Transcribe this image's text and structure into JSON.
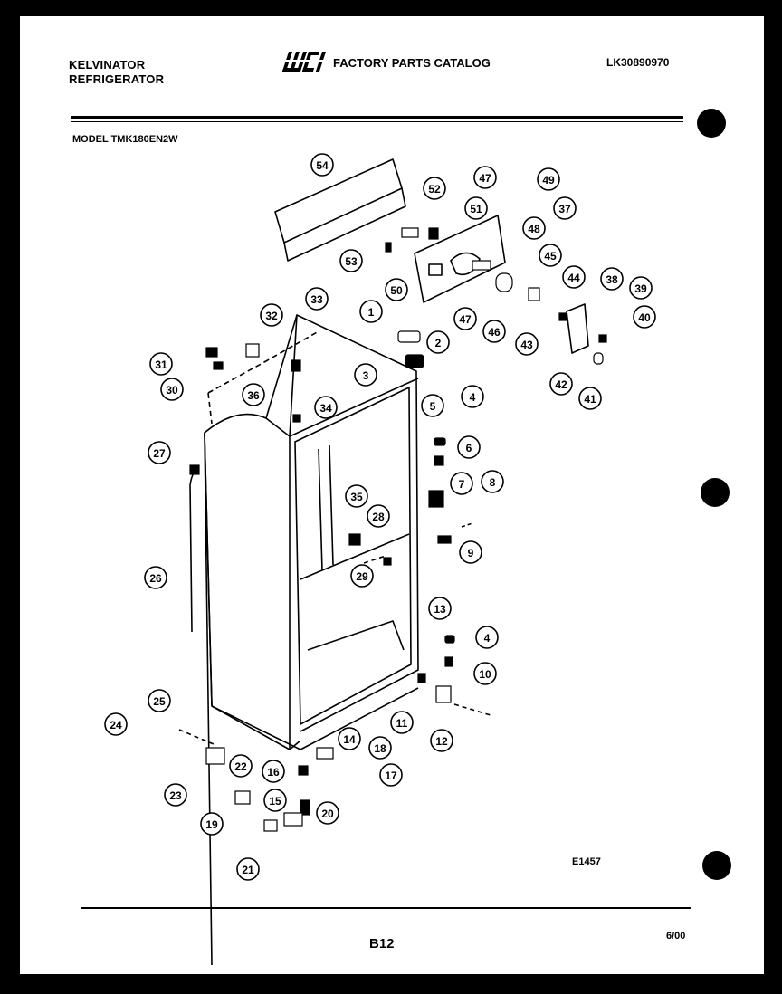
{
  "header": {
    "brand_line1": "KELVINATOR",
    "brand_line2": "REFRIGERATOR",
    "logo_text": "WCI",
    "catalog_title": "FACTORY PARTS CATALOG",
    "document_number": "LK30890970"
  },
  "model_label": "MODEL TMK180EN2W",
  "figure_code": "E1457",
  "footer": {
    "page_number": "B12",
    "date": "6/00"
  },
  "callouts": [
    "1",
    "2",
    "3",
    "4",
    "4",
    "5",
    "6",
    "7",
    "8",
    "9",
    "10",
    "11",
    "12",
    "13",
    "14",
    "15",
    "16",
    "17",
    "18",
    "19",
    "20",
    "21",
    "22",
    "23",
    "24",
    "25",
    "26",
    "27",
    "28",
    "29",
    "30",
    "31",
    "32",
    "33",
    "34",
    "35",
    "36",
    "37",
    "38",
    "39",
    "40",
    "41",
    "42",
    "43",
    "44",
    "45",
    "46",
    "47",
    "47",
    "48",
    "49",
    "50",
    "51",
    "52",
    "53",
    "54"
  ]
}
